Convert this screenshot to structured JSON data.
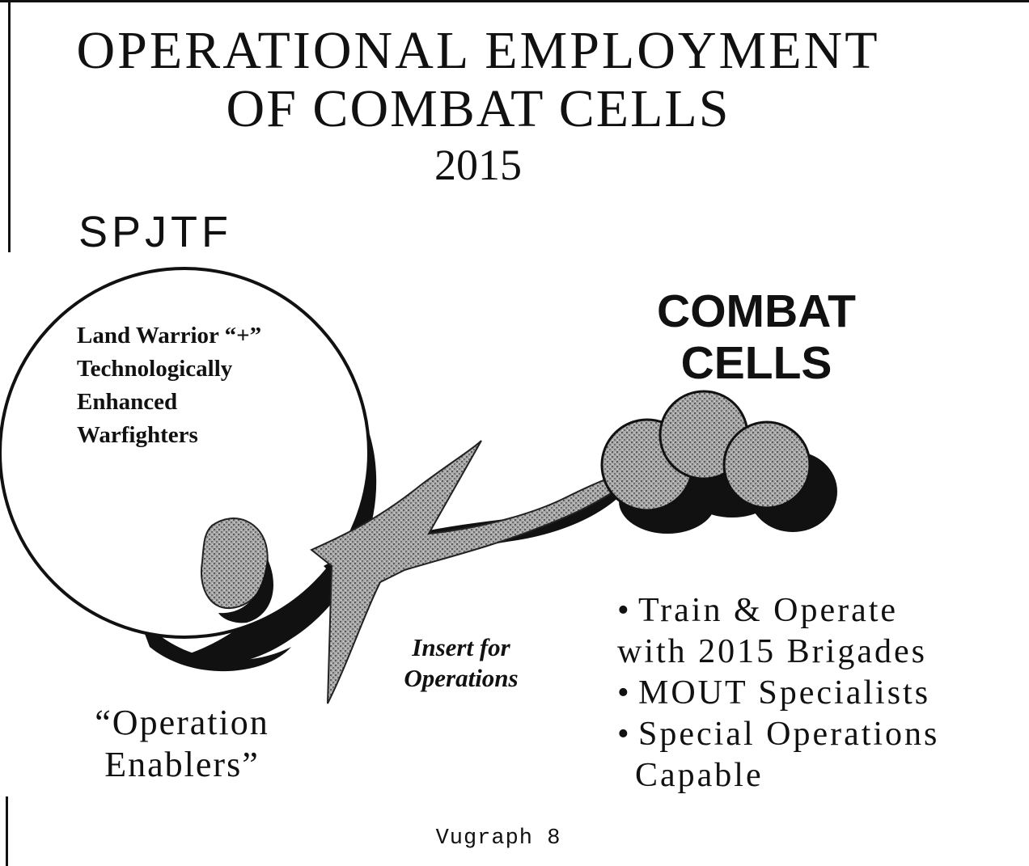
{
  "title": {
    "line1": "OPERATIONAL  EMPLOYMENT",
    "line2": "OF COMBAT CELLS",
    "year": "2015"
  },
  "spjtf_label": "SPJTF",
  "combat_cells": {
    "line1": "COMBAT",
    "line2": "CELLS"
  },
  "land_warrior": {
    "line1": "Land Warrior “+”",
    "line2": "Technologically",
    "line3": "Enhanced",
    "line4": "Warfighters"
  },
  "insert_label": {
    "line1": "Insert for",
    "line2": "Operations"
  },
  "operation_enablers": {
    "line1": "“Operation",
    "line2": "Enablers”"
  },
  "bullets": {
    "b1_line1": "Train & Operate",
    "b1_line2": "with 2015 Brigades",
    "b2": "MOUT Specialists",
    "b3_line1": "Special  Operations",
    "b3_line2": "Capable"
  },
  "footer": "Vugraph 8",
  "colors": {
    "ink": "#111111",
    "stipple": "#9a9a9a",
    "background": "#ffffff"
  }
}
